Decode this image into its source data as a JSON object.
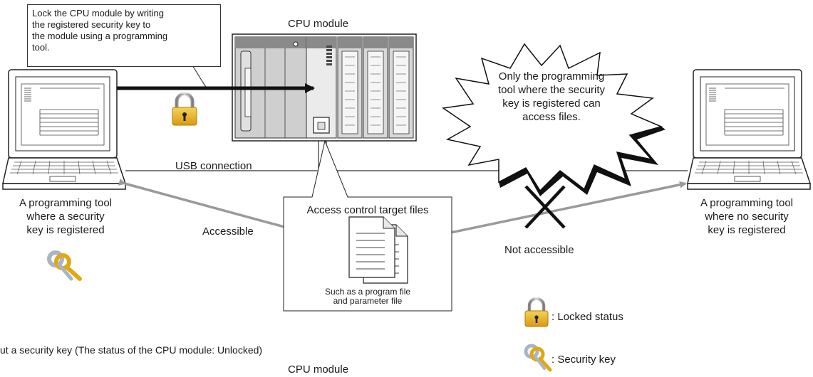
{
  "callout_text": "Lock the CPU module by writing the registered security key to the module using a programming tool.",
  "callout_lines": [
    "Lock the CPU module by writing",
    "the registered security key to",
    "the module using a programming",
    "tool."
  ],
  "cpu_module_label": "CPU module",
  "cpu_module_label_bottom": "CPU module",
  "usb_connection": "USB connection",
  "burst_lines": [
    "Only the programming",
    "tool where the security",
    "key is registered can",
    "access files."
  ],
  "left_pc_label": [
    "A programming tool",
    "where a security",
    "key is registered"
  ],
  "right_pc_label": [
    "A programming tool",
    "where no security",
    "key is registered"
  ],
  "accessible": "Accessible",
  "not_accessible": "Not accessible",
  "files_box": {
    "title": "Access control target files",
    "caption": [
      "Such as a program file",
      "and parameter file"
    ]
  },
  "legend": {
    "locked": ": Locked status",
    "key": ": Security key"
  },
  "bottom_text": "ut a security key (The status of the CPU module: Unlocked)",
  "colors": {
    "arrow_gray": "#9a9a9a",
    "lock_gold": "#e8b21a",
    "module_gray": "#c8c8c8"
  }
}
